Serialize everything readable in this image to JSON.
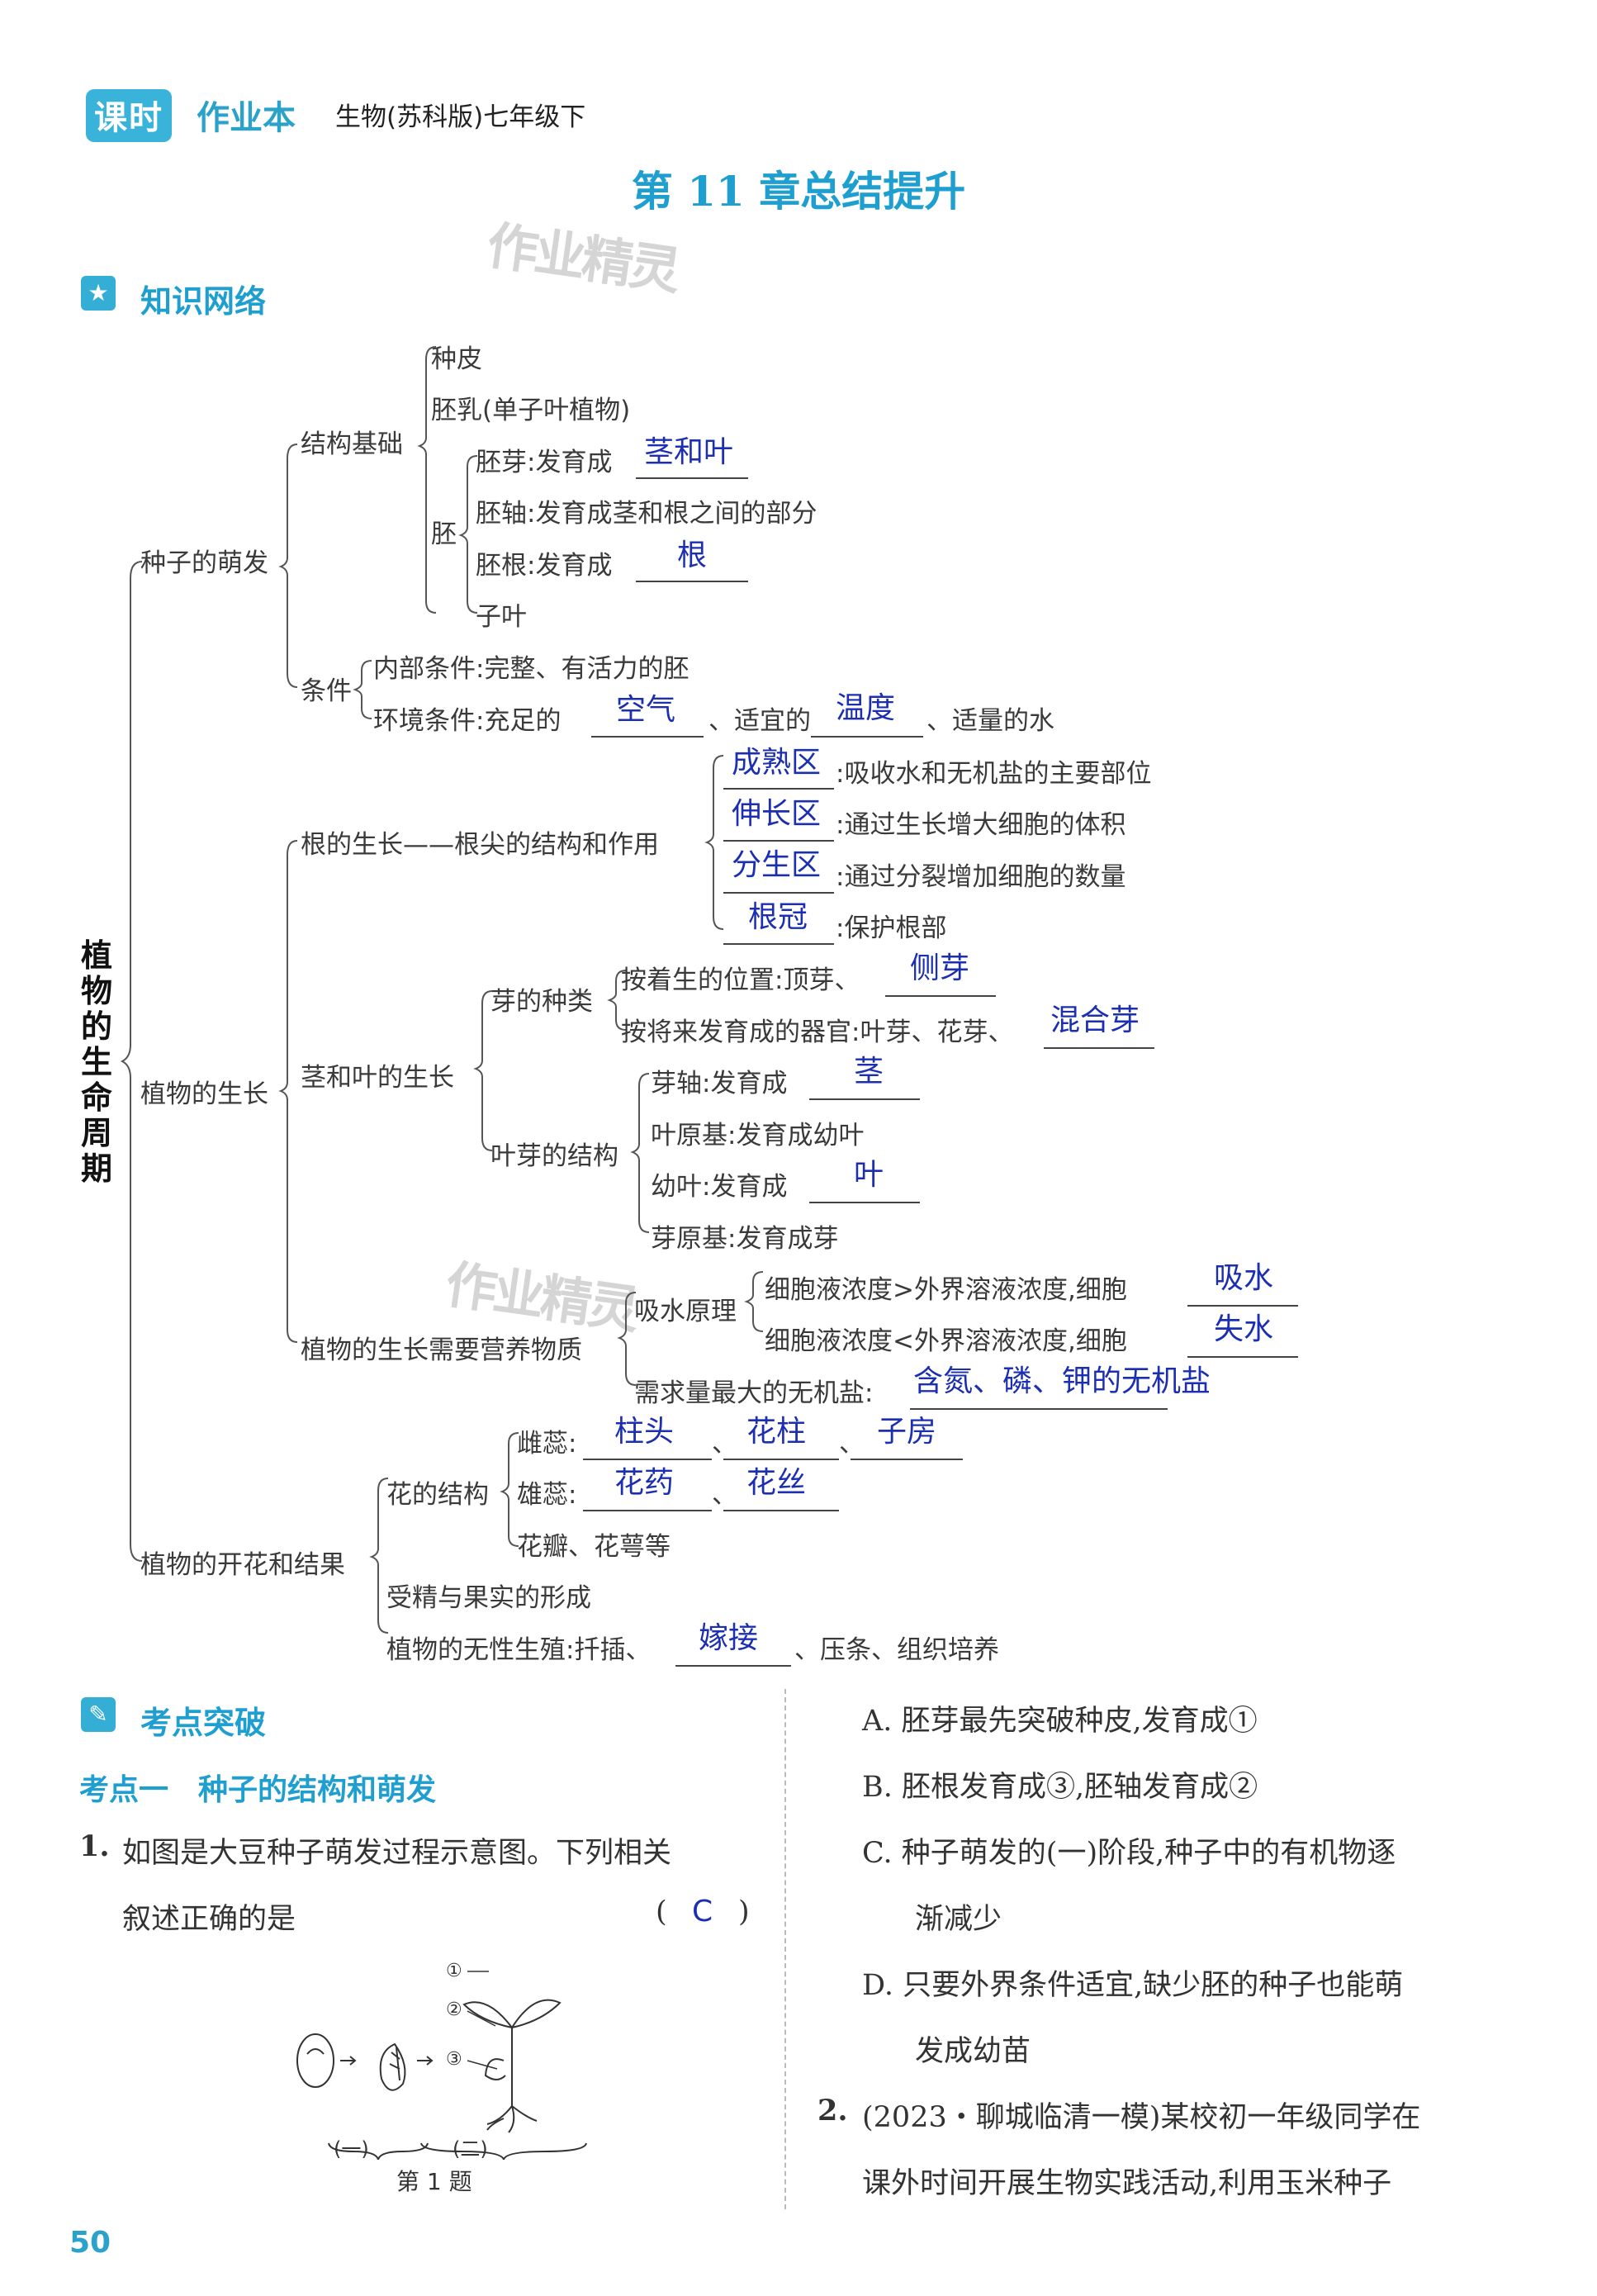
{
  "header": {
    "brand_logo": "课时",
    "brand_title": "作业本",
    "subject": "生物(苏科版)七年级下"
  },
  "chapter_title": "第 11 章总结提升",
  "watermark": "作业精灵",
  "sections": {
    "network": "知识网络",
    "exam": "考点突破"
  },
  "network": {
    "root": "植物的生命周期",
    "seed": {
      "label": "种子的萌发",
      "structure": "结构基础",
      "seed_coat": "种皮",
      "endosperm": "胚乳(单子叶植物)",
      "embryo": "胚",
      "plumule_prefix": "胚芽:发育成",
      "plumule_answer": "茎和叶",
      "hypocotyl": "胚轴:发育成茎和根之间的部分",
      "radicle_prefix": "胚根:发育成",
      "radicle_answer": "根",
      "cotyledon": "子叶",
      "conditions": "条件",
      "internal": "内部条件:完整、有活力的胚",
      "env_prefix": "环境条件:充足的",
      "env_answer1": "空气",
      "env_mid": "、适宜的",
      "env_answer2": "温度",
      "env_suffix": "、适量的水"
    },
    "growth": {
      "label": "植物的生长",
      "root_growth": "根的生长——根尖的结构和作用",
      "zones": [
        {
          "answer": "成熟区",
          "text": ":吸收水和无机盐的主要部位"
        },
        {
          "answer": "伸长区",
          "text": ":通过生长增大细胞的体积"
        },
        {
          "answer": "分生区",
          "text": ":通过分裂增加细胞的数量"
        },
        {
          "answer": "根冠",
          "text": ":保护根部"
        }
      ],
      "stem_leaf": "茎和叶的生长",
      "bud_types": "芽的种类",
      "bud_pos_prefix": "按着生的位置:顶芽、",
      "bud_pos_answer": "侧芽",
      "bud_organ_prefix": "按将来发育成的器官:叶芽、花芽、",
      "bud_organ_answer": "混合芽",
      "leaf_bud": "叶芽的结构",
      "bud_axis_prefix": "芽轴:发育成",
      "bud_axis_answer": "茎",
      "leaf_primordium": "叶原基:发育成幼叶",
      "young_leaf_prefix": "幼叶:发育成",
      "young_leaf_answer": "叶",
      "bud_primordium": "芽原基:发育成芽",
      "nutrition": "植物的生长需要营养物质",
      "absorb": "吸水原理",
      "absorb1_prefix": "细胞液浓度>外界溶液浓度,细胞",
      "absorb1_answer": "吸水",
      "absorb2_prefix": "细胞液浓度<外界溶液浓度,细胞",
      "absorb2_answer": "失水",
      "mineral_prefix": "需求量最大的无机盐:",
      "mineral_answer": "含氮、磷、钾的无机盐"
    },
    "flower": {
      "label": "植物的开花和结果",
      "structure": "花的结构",
      "pistil_prefix": "雌蕊:",
      "pistil_answers": [
        "柱头",
        "花柱",
        "子房"
      ],
      "stamen_prefix": "雄蕊:",
      "stamen_answers": [
        "花药",
        "花丝"
      ],
      "petals": "花瓣、花萼等",
      "fert": "受精与果实的形成",
      "asexual_prefix": "植物的无性生殖:扦插、",
      "asexual_answer": "嫁接",
      "asexual_suffix": "、压条、组织培养"
    }
  },
  "exam": {
    "point1": "考点一　种子的结构和萌发",
    "q1_num": "1.",
    "q1_line1": "如图是大豆种子萌发过程示意图。下列相关",
    "q1_line2": "叙述正确的是",
    "q1_paren_open": "(",
    "q1_answer": "C",
    "q1_paren_close": ")",
    "fig_labels": [
      "①",
      "②",
      "③"
    ],
    "fig_stage1": "(一)",
    "fig_stage2": "(二)",
    "fig_caption": "第 1 题",
    "options": [
      {
        "text": "A. 胚芽最先突破种皮,发育成①"
      },
      {
        "text": "B. 胚根发育成③,胚轴发育成②"
      },
      {
        "text": "C. 种子萌发的(一)阶段,种子中的有机物逐"
      },
      {
        "text": "渐减少"
      },
      {
        "text": "D. 只要外界条件适宜,缺少胚的种子也能萌"
      },
      {
        "text": "发成幼苗"
      }
    ],
    "q2_num": "2.",
    "q2_line1": "(2023・聊城临清一模)某校初一年级同学在",
    "q2_line2": "课外时间开展生物实践活动,利用玉米种子"
  },
  "page_number": "50"
}
